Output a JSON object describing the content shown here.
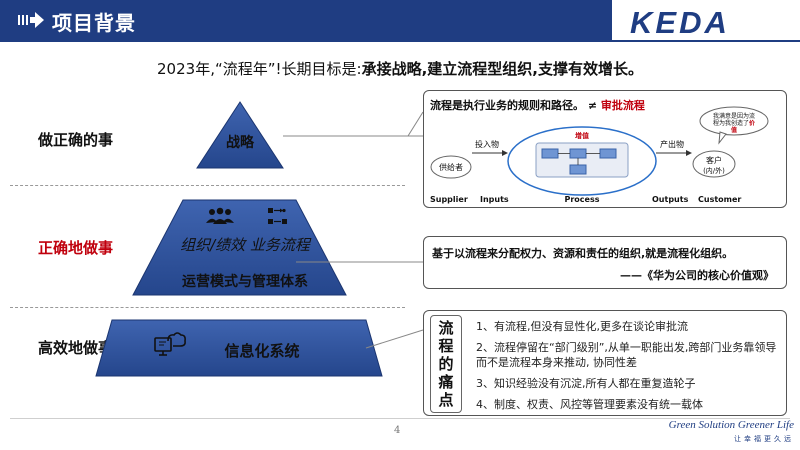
{
  "header": {
    "title": "项目背景",
    "logo_text": "KEDA",
    "bar_color": "#1f3d82"
  },
  "subtitle": {
    "prefix": "2023年,“流程年”!长期目标是:",
    "emphasis": "承接战略,建立流程型组织,支撑有效增长。"
  },
  "side_labels": {
    "do_right_things": "做正确的事",
    "do_things_right": "正确地做事",
    "do_things_efficiently": "高效地做事"
  },
  "pyramid": {
    "top": "战略",
    "middle_line1": "组织/绩效 业务流程",
    "middle_line2": "运营模式与管理体系",
    "bottom": "信息化系统",
    "icons": [
      "team-icon",
      "workflow-icon",
      "cloud-computer-icon"
    ],
    "fill_color": "#2e4f96"
  },
  "box1": {
    "headline": "流程是执行业务的规则和路径。",
    "neq": "≠",
    "headline_red": "审批流程",
    "supplier_node": "供给者",
    "input_arrow": "投入物",
    "value_add": "增值",
    "output_arrow": "产出物",
    "customer_node_line1": "客户",
    "customer_node_line2": "(内/外)",
    "callout_line1": "我满意是因为流",
    "callout_line2": "程为我创造了",
    "callout_red": "价",
    "callout_line3": "值",
    "bottom_labels": [
      "Supplier",
      "Inputs",
      "Process",
      "Outputs",
      "Customer"
    ]
  },
  "box2": {
    "text": "基于以流程来分配权力、资源和责任的组织,就是流程化组织。",
    "source": "——《华为公司的核心价值观》"
  },
  "box3": {
    "title_chars": [
      "流",
      "程",
      "的",
      "痛",
      "点"
    ],
    "items": [
      "1、有流程,但没有显性化,更多在谈论审批流",
      "2、流程停留在“部门级别”,从单一职能出发,跨部门业务靠领导而不是流程本身来推动, 协同性差",
      "3、知识经验没有沉淀,所有人都在重复造轮子",
      "4、制度、权责、风控等管理要素没有统一载体"
    ]
  },
  "footer": {
    "page_number": "4",
    "slogan_en": "Green Solution Greener Life",
    "slogan_cn": "让幸福更久远"
  },
  "colors": {
    "accent_red": "#c0000d",
    "navy": "#1f3d82"
  }
}
